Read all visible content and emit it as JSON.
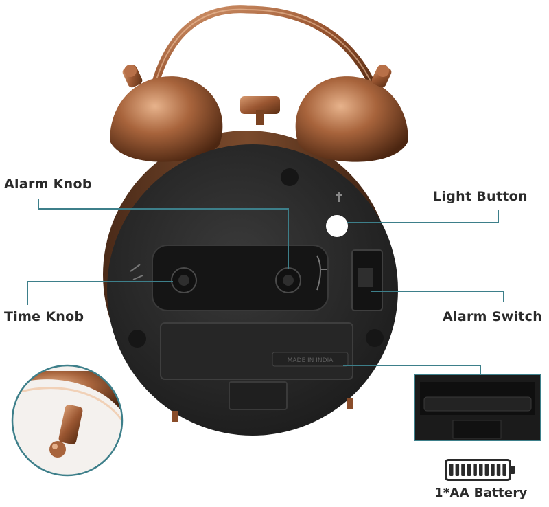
{
  "labels": {
    "alarm_knob": "Alarm Knob",
    "time_knob": "Time Knob",
    "light_button": "Light Button",
    "alarm_switch": "Alarm Switch",
    "battery": "1*AA Battery"
  },
  "engravings": {
    "made_in": "MADE IN INDIA"
  },
  "colors": {
    "copper": "#a8643c",
    "clock_back": "#2b2b2b",
    "callout_line": "#3d7f8a",
    "label_text": "#2a2a2a"
  },
  "battery_level": 1.0
}
